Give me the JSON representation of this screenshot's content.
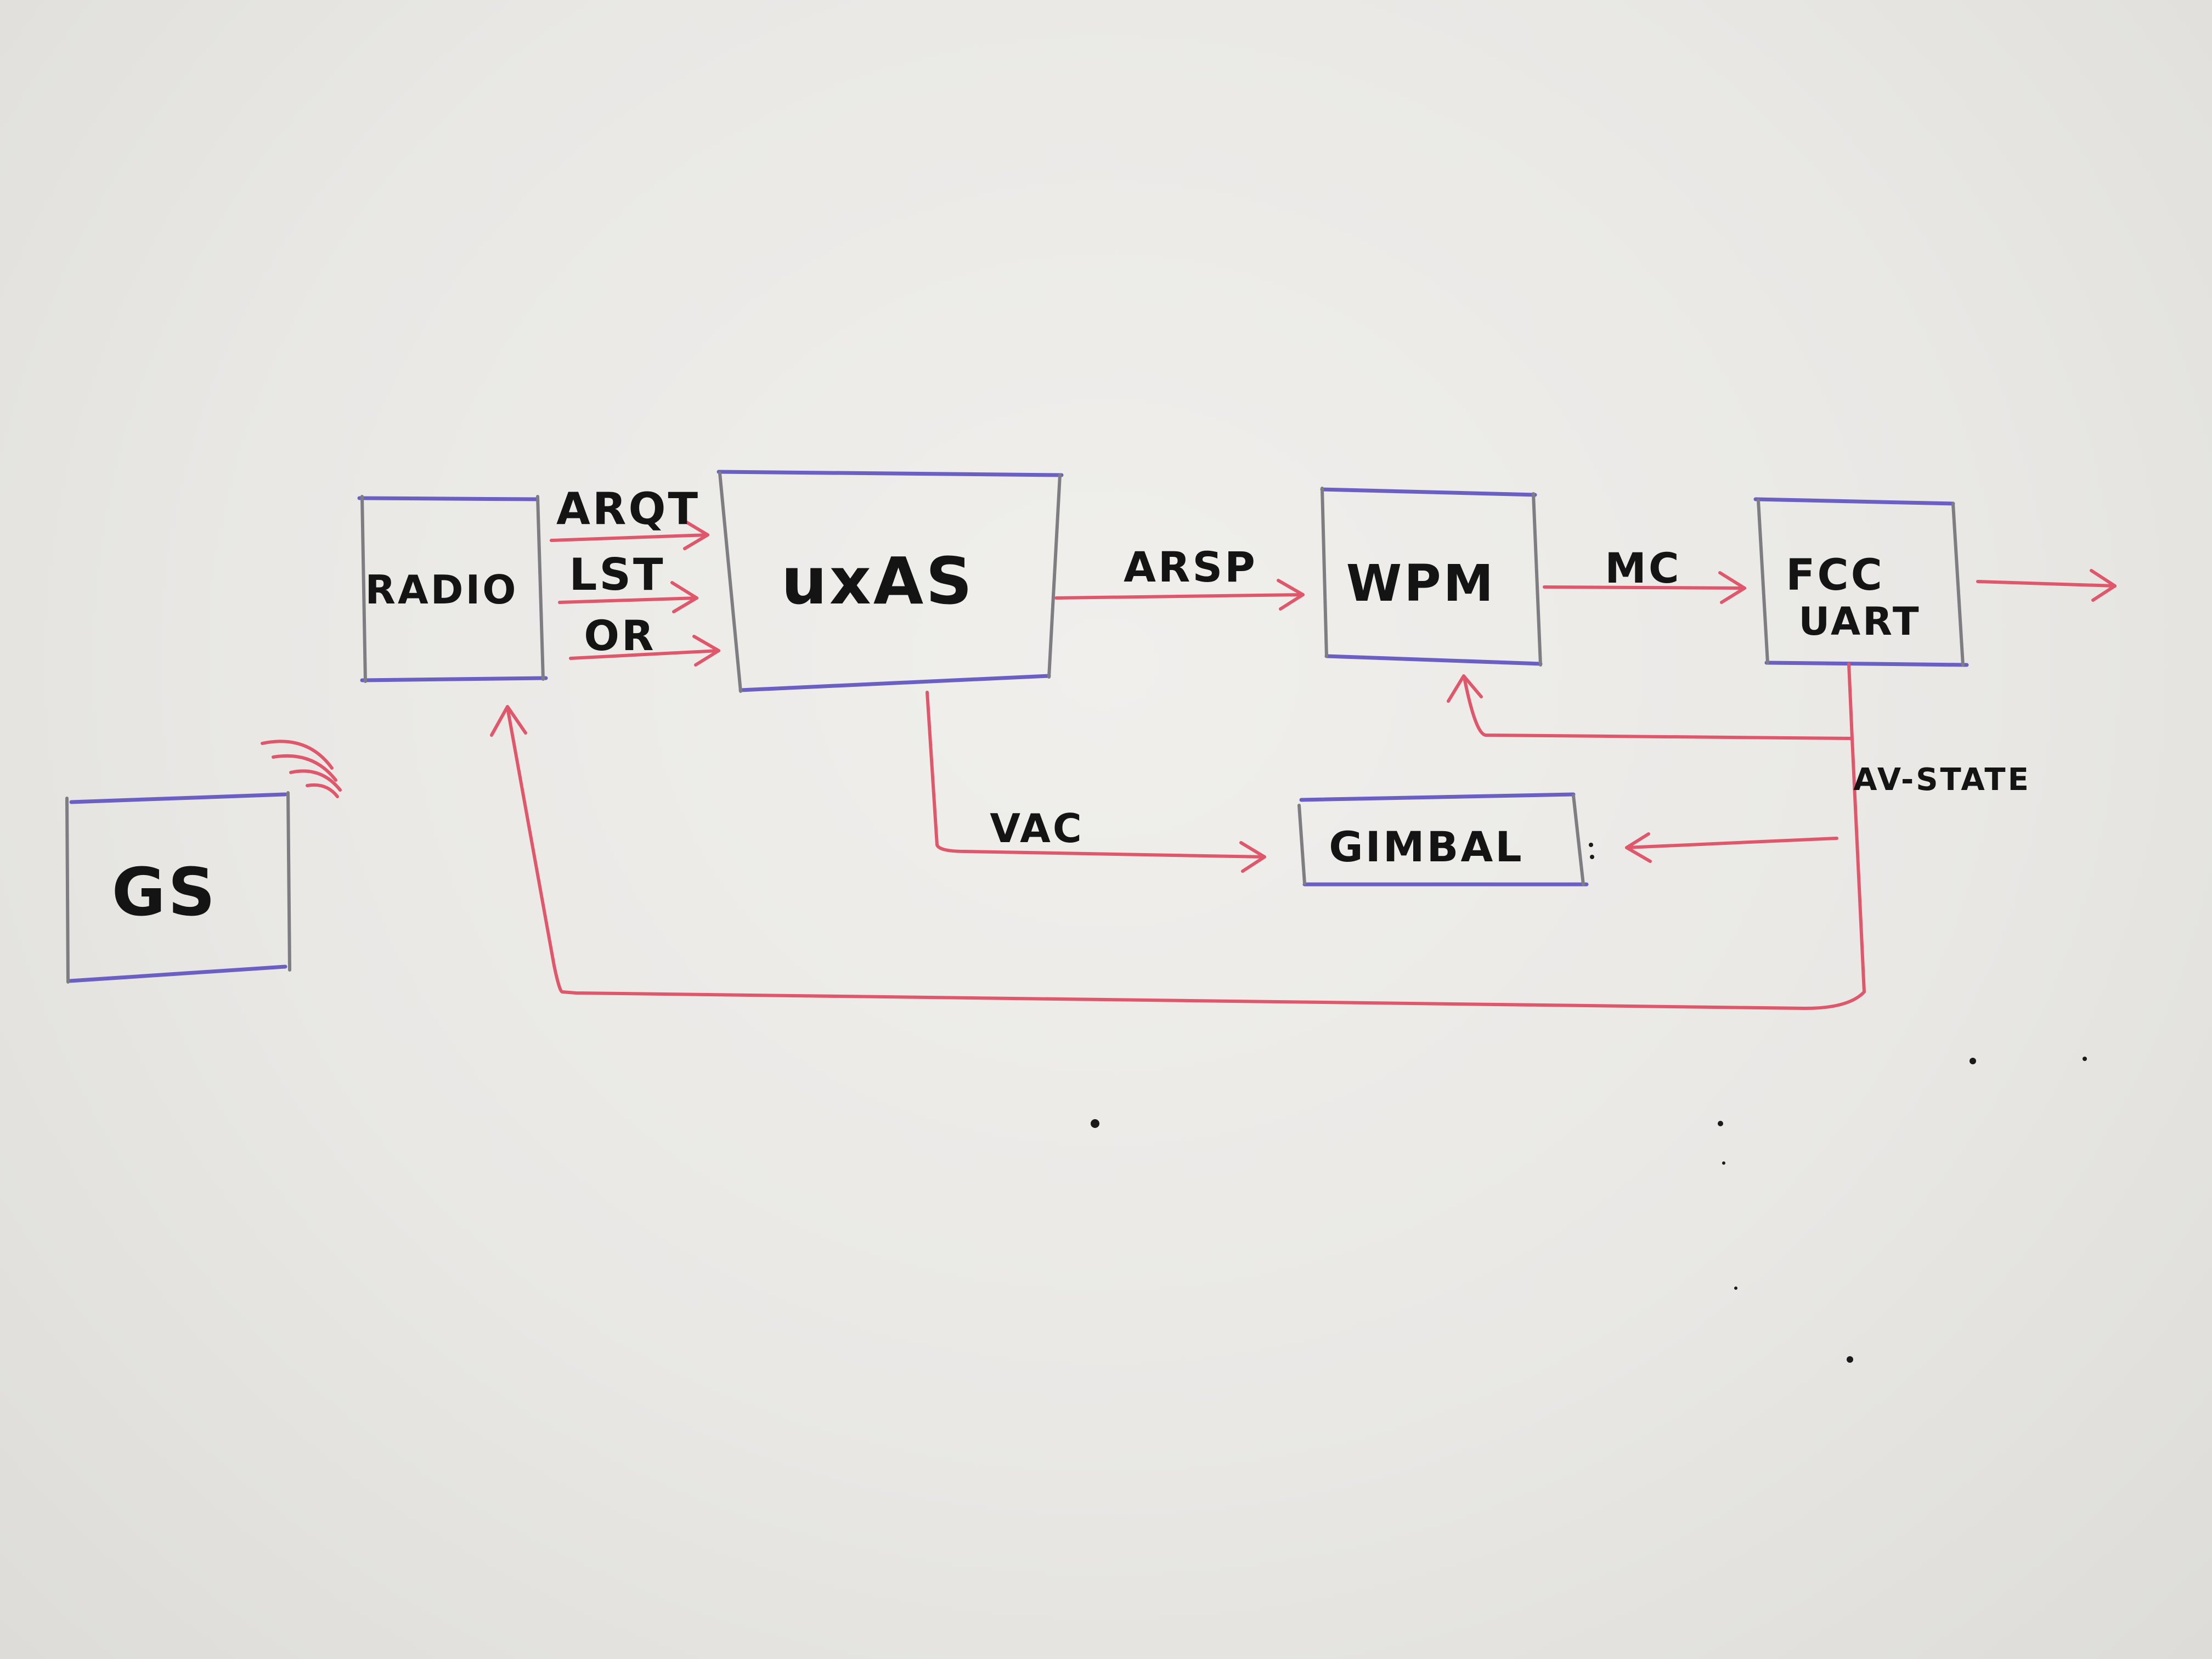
{
  "diagram": {
    "nodes": {
      "gs": "GS",
      "radio": "RADIO",
      "uxas": "uxAS",
      "wpm": "WPM",
      "fcc_line1": "FCC",
      "fcc_line2": "UART",
      "gimbal": "GIMBAL"
    },
    "edges": {
      "radio_uxas_1": "ARQT",
      "radio_uxas_2": "LST",
      "radio_uxas_3": "OR",
      "uxas_wpm": "ARSP",
      "wpm_fcc": "MC",
      "uxas_gimbal": "VAC",
      "fcc_state": "AV-STATE"
    },
    "colors": {
      "box_stroke": "#6a5fc4",
      "arrow_stroke": "#e0566a",
      "ink": "#141414"
    }
  }
}
